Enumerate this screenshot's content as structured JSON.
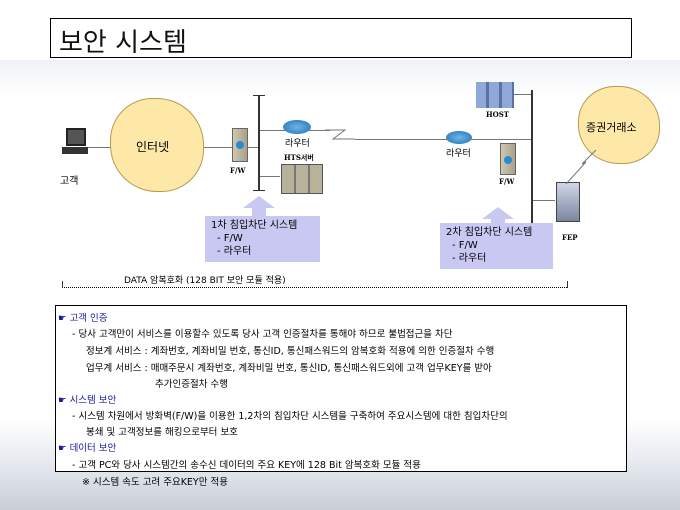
{
  "title": "보안 시스템",
  "diagram": {
    "customer": "고객",
    "internet": "인터넷",
    "fw1": "F/W",
    "router1": "라우터",
    "hts": "HTS서버",
    "router2": "라우터",
    "fw2": "F/W",
    "host": "HOST",
    "exchange": "증권거래소",
    "fep": "FEP",
    "box1": {
      "title": "1차 침입차단 시스템",
      "items": [
        "- F/W",
        "- 라우터"
      ]
    },
    "box2": {
      "title": "2차 침입차단 시스템",
      "items": [
        "- F/W",
        "- 라우터"
      ]
    },
    "encryption": "DATA 암복호화 (128 BIT 보안 모듈 적용)"
  },
  "sections": [
    {
      "heading": "고객 인증",
      "lines": [
        "- 당사 고객만이 서비스를 이용할수 있도록 당사 고객 인증절차를 통해야 하므로 불법접근을 차단",
        "정보계 서비스 : 계좌번호, 계좌비밀 번호, 통신ID, 통신패스워드의 암복호화  적용에 의한 인증절차 수행",
        "업무계 서비스 : 매매주문시 계좌번호, 계좌비밀 번호, 통신ID, 통신패스워드외에 고객 업무KEY를 받아",
        "추가인증절차 수행"
      ]
    },
    {
      "heading": "시스템 보안",
      "lines": [
        "- 시스템 차원에서 방화벽(F/W)을 이용한 1,2차의 침입차단 시스템을 구축하여 주요시스템에 대한 침입차단의",
        "봉쇄 및 고객정보를 해킹으로부터 보호"
      ]
    },
    {
      "heading": "데이터 보안",
      "lines": [
        "- 고객 PC와 당사 시스템간의 송수신 데이터의 주요 KEY에 128 Bit 암복호화 모듈 적용",
        "※ 시스템 속도 고려 주요KEY만 적용"
      ]
    }
  ],
  "bullet": "☛"
}
